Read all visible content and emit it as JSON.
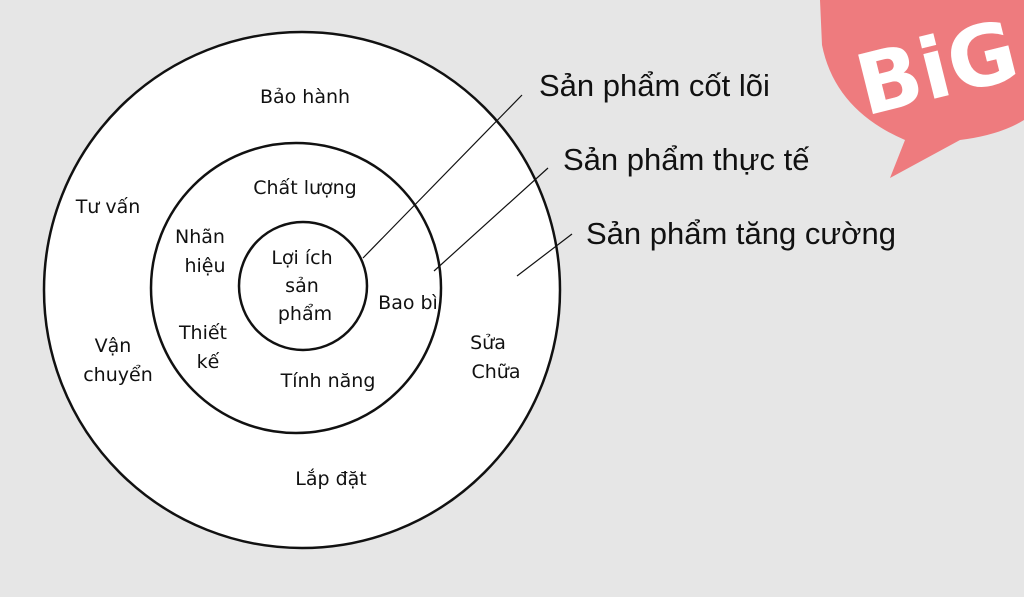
{
  "rings": {
    "core": {
      "lines": [
        "Lợi ích",
        "sản",
        "phẩm"
      ]
    },
    "actual": {
      "items": {
        "chat_luong": [
          "Chất lượng"
        ],
        "nhan_hieu": [
          "Nhãn",
          "hiệu"
        ],
        "thiet_ke": [
          "Thiết",
          "kế"
        ],
        "tinh_nang": [
          "Tính năng"
        ],
        "bao_bi": [
          "Bao bì"
        ]
      }
    },
    "augmented": {
      "items": {
        "bao_hanh": [
          "Bảo hành"
        ],
        "tu_van": [
          "Tư vấn"
        ],
        "van_chuyen": [
          "Vận",
          "chuyển"
        ],
        "sua_chua": [
          "Sửa",
          "Chữa"
        ],
        "lap_dat": [
          "Lắp đặt"
        ]
      }
    }
  },
  "callouts": {
    "core": "Sản phẩm cốt lõi",
    "actual": "Sản phẩm thực tế",
    "augmented": "Sản phẩm tăng cường"
  },
  "logo": {
    "text": "BiG",
    "color": "#ee7b7e"
  },
  "colors": {
    "background": "#e6e6e6",
    "ring_fill": "#ffffff",
    "stroke": "#111111"
  }
}
